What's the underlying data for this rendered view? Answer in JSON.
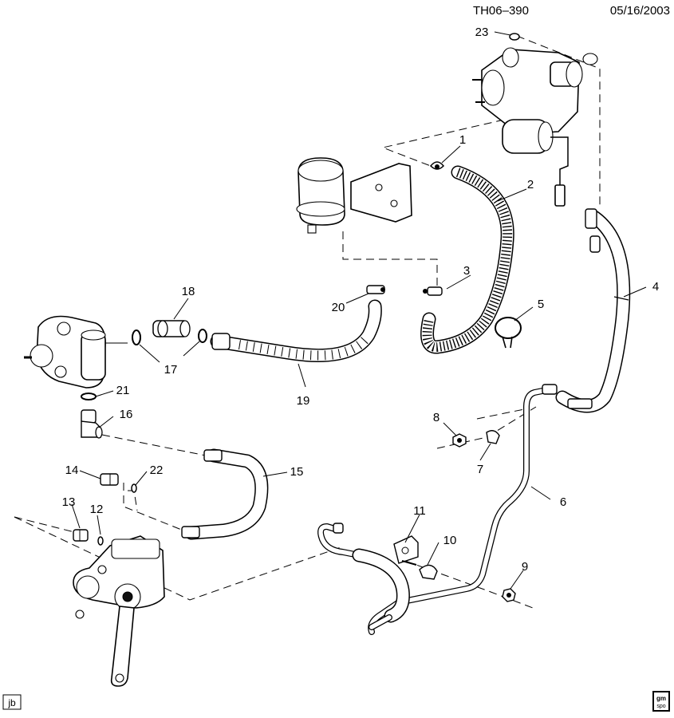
{
  "header": {
    "code": "TH06–390",
    "date": "05/16/2003"
  },
  "footer": {
    "initials": "jb",
    "logo_top": "gm",
    "logo_bottom": "spo"
  },
  "callouts": [
    "1",
    "2",
    "3",
    "4",
    "5",
    "6",
    "7",
    "8",
    "9",
    "10",
    "11",
    "12",
    "13",
    "14",
    "15",
    "16",
    "17",
    "17",
    "18",
    "19",
    "20",
    "21",
    "22",
    "23"
  ]
}
